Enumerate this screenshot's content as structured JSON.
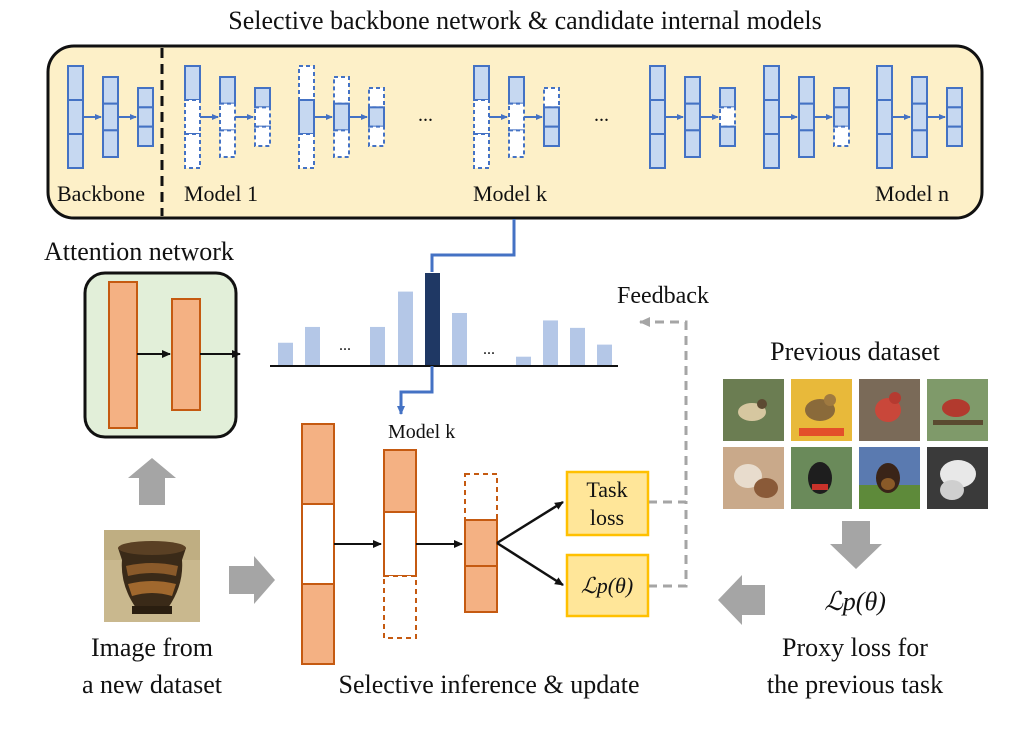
{
  "title": "Selective backbone network & candidate internal models",
  "backbone_label": "Backbone",
  "model_labels": [
    "Model 1",
    "Model k",
    "Model n"
  ],
  "ellipsis": "...",
  "attention_title": "Attention network",
  "feedback_label": "Feedback",
  "selected_model_label": "Model k",
  "previous_dataset_title": "Previous dataset",
  "task_loss_label": [
    "Task",
    "loss"
  ],
  "proxy_loss_symbol": "ℒp(θ)",
  "proxy_loss_caption": [
    "Proxy loss for",
    "the previous task"
  ],
  "input_caption": [
    "Image from",
    "a new dataset"
  ],
  "inference_caption": "Selective inference & update",
  "attention_bars": {
    "values": [
      0.25,
      0.42,
      0.42,
      0.8,
      1.0,
      0.57,
      0.1,
      0.49,
      0.41,
      0.23
    ],
    "selected_index": 4
  },
  "colors": {
    "model_block_fill": "#c6d8f1",
    "model_block_stroke": "#4472c4",
    "panel_fill": "#fdf0c8",
    "attention_panel_fill": "#e2efd9",
    "orange_block": "#f4b183",
    "orange_stroke": "#c55a11",
    "bar_light": "#b4c7e7",
    "bar_selected": "#1f3864",
    "loss_box_fill": "#ffe699",
    "loss_box_stroke": "#ffc000",
    "gray_arrow": "#a5a5a5"
  }
}
